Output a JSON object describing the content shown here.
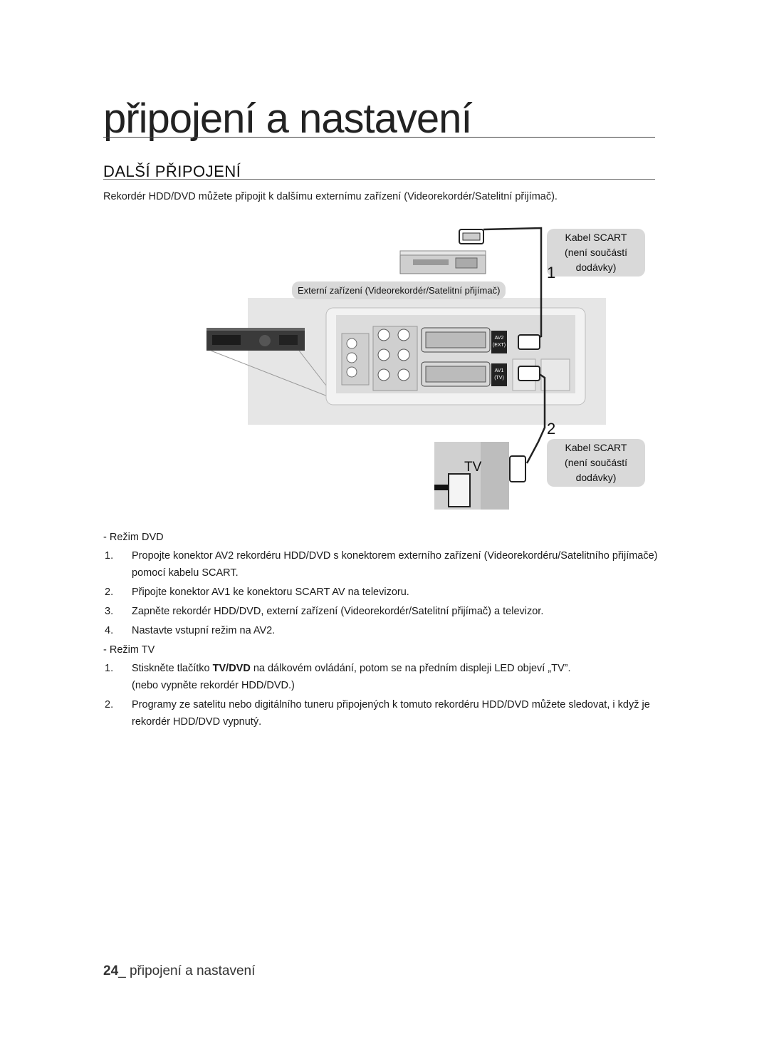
{
  "page": {
    "title": "připojení a nastavení",
    "section_heading": "DALŠÍ PŘIPOJENÍ",
    "intro": "Rekordér HDD/DVD můžete připojit k dalšímu externímu zařízení (Videorekordér/Satelitní přijímač)."
  },
  "diagram": {
    "callout_1": "Kabel SCART (není součástí dodávky)",
    "callout_2": "Kabel SCART (není součástí dodávky)",
    "external_device_label": "Externí zařízení (Videorekordér/Satelitní přijímač)",
    "step_1": "1",
    "step_2": "2",
    "tv_label": "TV",
    "port_av2": "AV2",
    "port_av2_sub": "(EXT)",
    "port_av1": "AV1",
    "port_av1_sub": "(TV)"
  },
  "dvd_mode": {
    "label": "- Režim DVD",
    "steps": [
      {
        "num": "1.",
        "text": "Propojte konektor AV2 rekordéru HDD/DVD s konektorem externího zařízení (Videorekordéru/Satelitního přijímače) pomocí kabelu SCART."
      },
      {
        "num": "2.",
        "text": "Připojte konektor AV1 ke konektoru SCART AV na televizoru."
      },
      {
        "num": "3.",
        "text": "Zapněte rekordér HDD/DVD, externí zařízení (Videorekordér/Satelitní přijímač) a televizor."
      },
      {
        "num": "4.",
        "text": "Nastavte vstupní režim na AV2."
      }
    ]
  },
  "tv_mode": {
    "label": "- Režim TV",
    "step1_num": "1.",
    "step1_pre": "Stiskněte tlačítko ",
    "step1_bold": "TV/DVD",
    "step1_post": " na dálkovém ovládání, potom se na předním displeji LED objeví „TV”.",
    "step1_line2": "(nebo vypněte rekordér HDD/DVD.)",
    "step2_num": "2.",
    "step2_text": "Programy ze satelitu nebo digitálního tuneru připojených k tomuto rekordéru HDD/DVD můžete sledovat, i když je rekordér HDD/DVD vypnutý."
  },
  "footer": {
    "page_number": "24",
    "text": "_ připojení a nastavení"
  }
}
